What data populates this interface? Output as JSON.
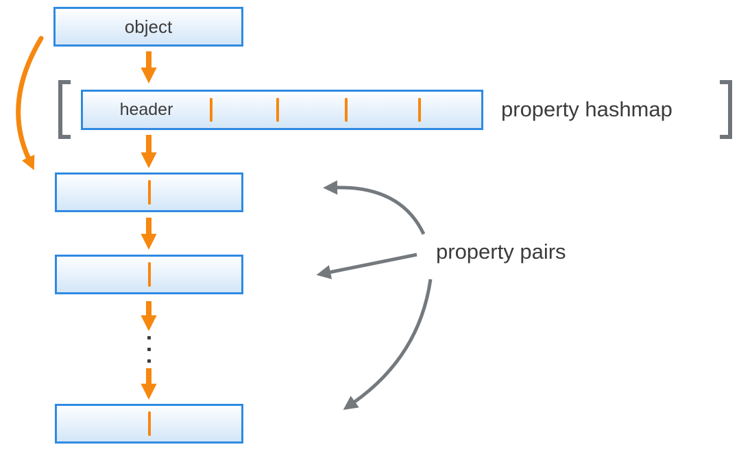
{
  "colors": {
    "orange": "#f6870f",
    "box-border": "#2f8ae2",
    "box-fill-top": "#fdfeff",
    "box-fill-bottom": "#d3e6f8",
    "gray": "#6f757b",
    "gray-arrow": "#74797e",
    "text": "#3b3b3b",
    "dot": "#3f3f3f"
  },
  "object_box": {
    "label": "object"
  },
  "hashmap": {
    "header_label": "header",
    "caption": "property hashmap",
    "divider_count": 4
  },
  "property_pairs": {
    "caption": "property pairs",
    "box_count": 3,
    "ellipsis_dot_count": 3
  }
}
